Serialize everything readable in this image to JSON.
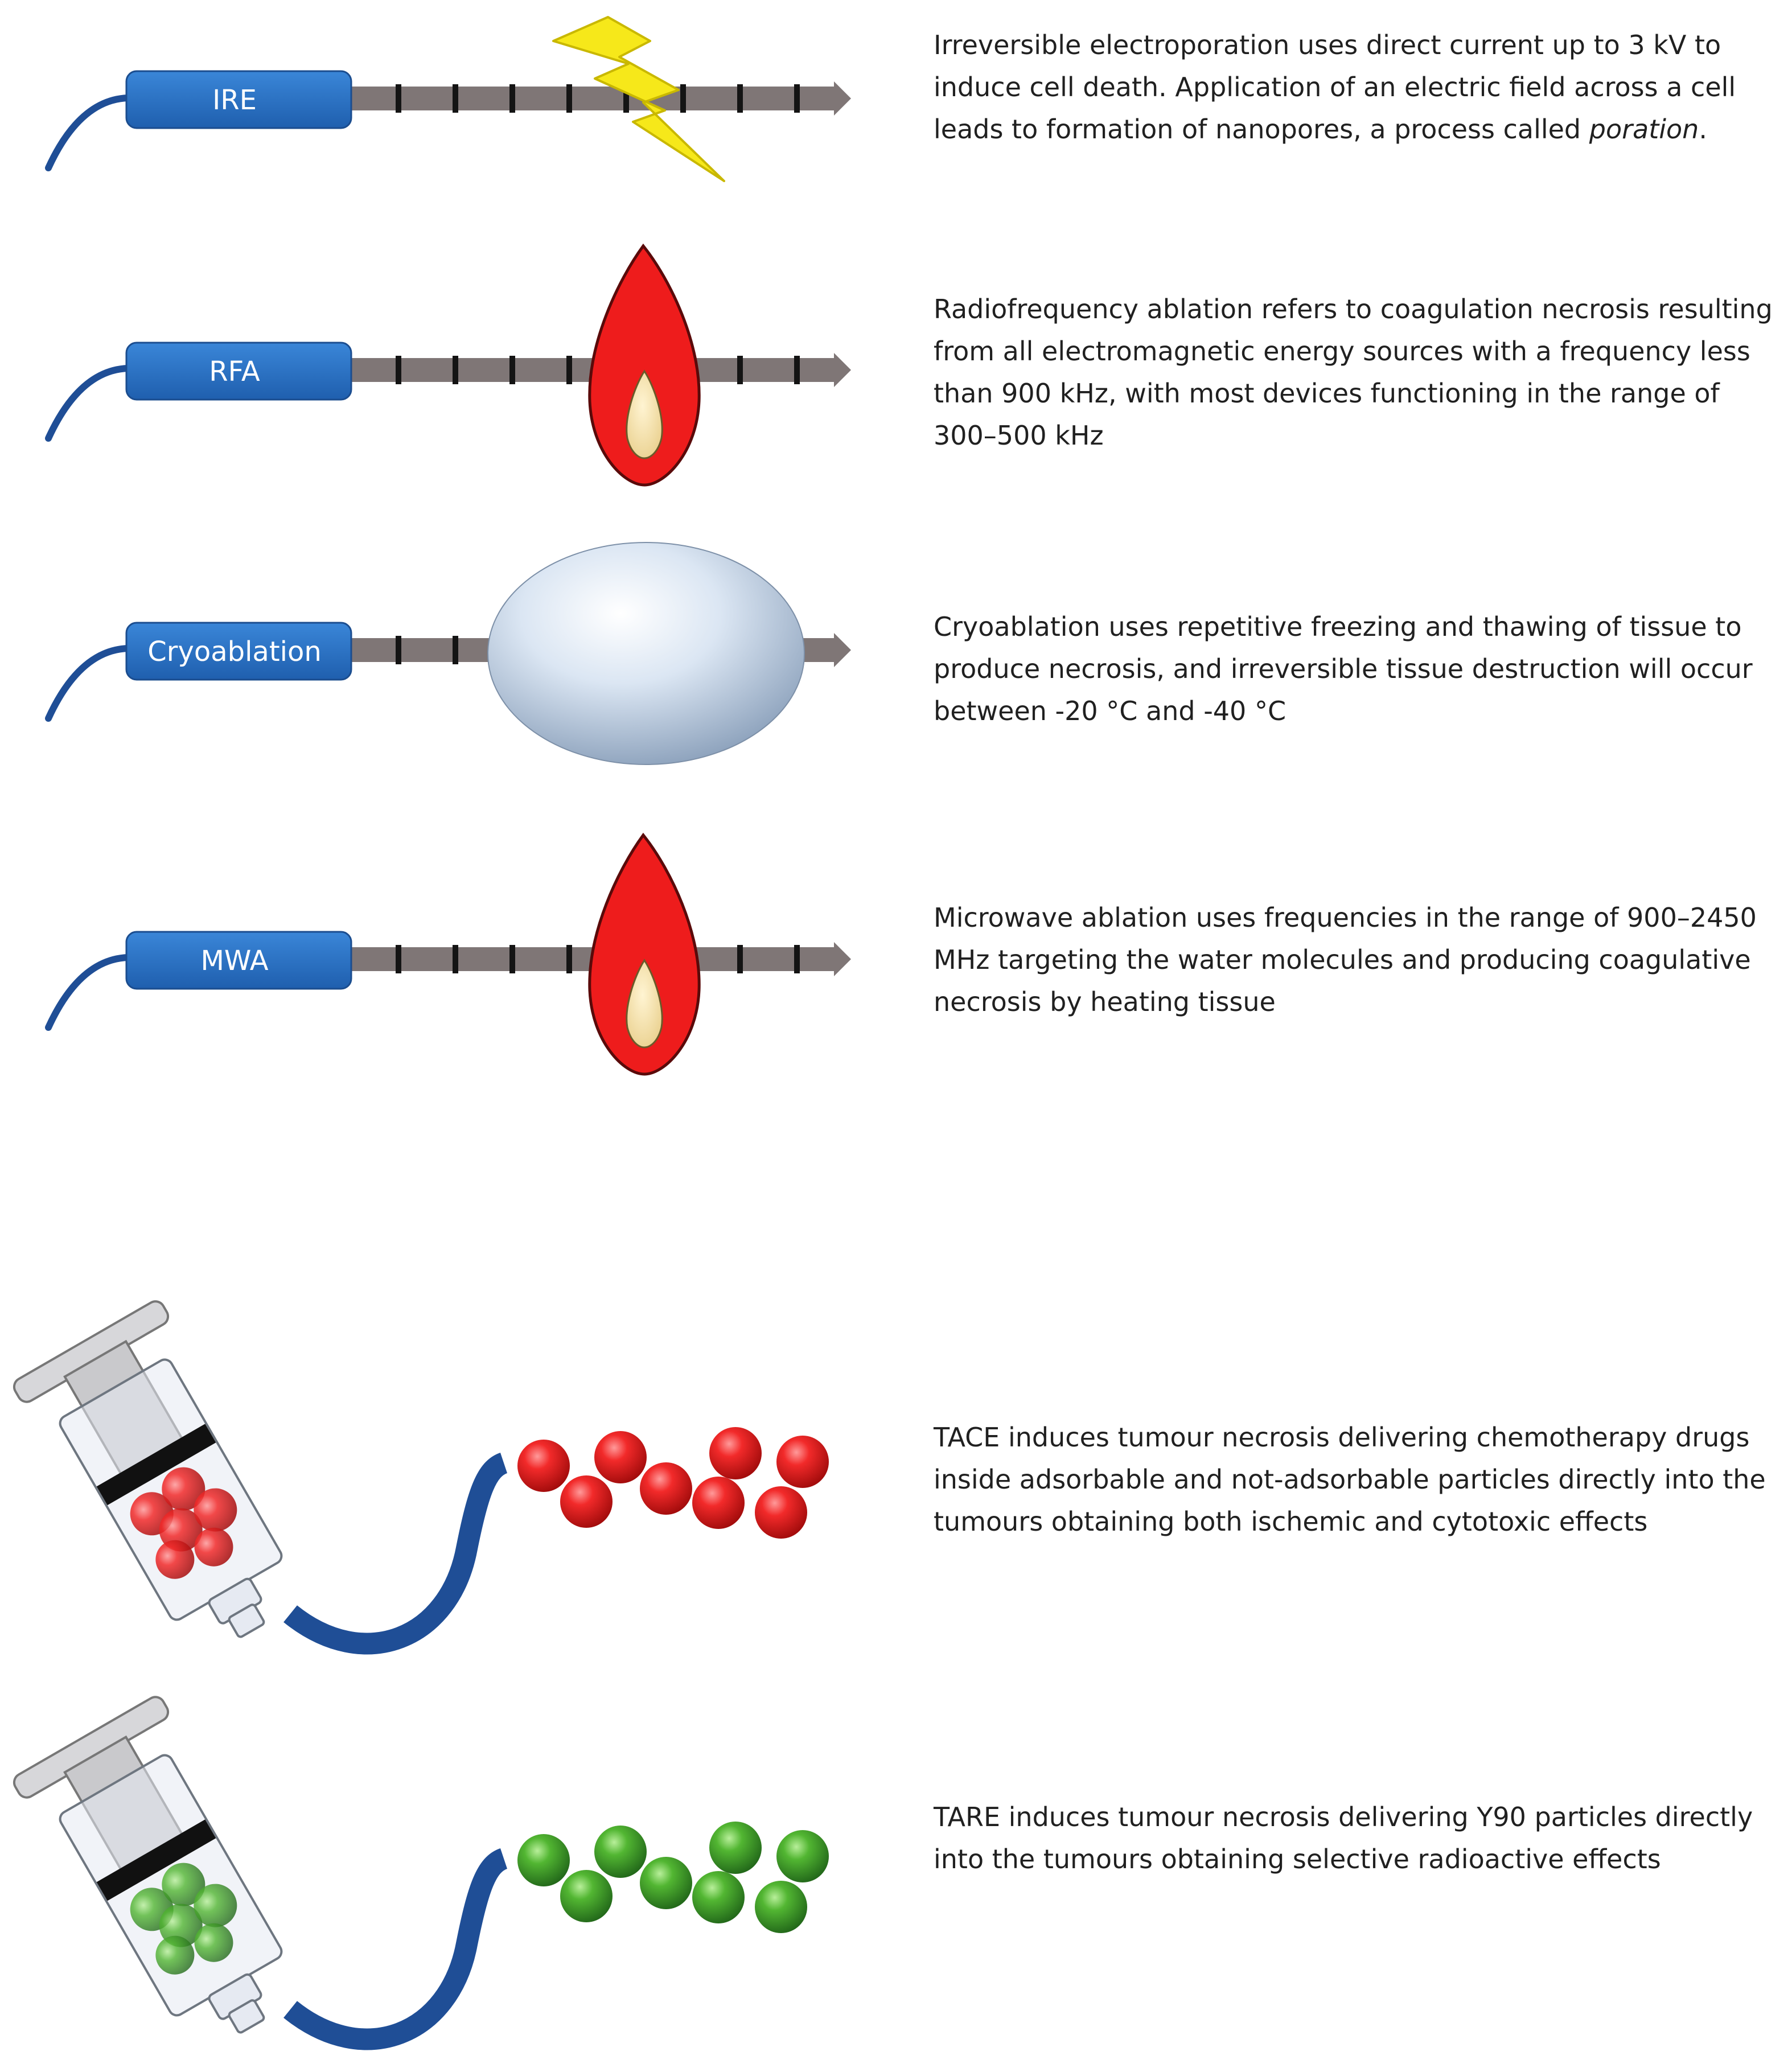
{
  "probes": [
    {
      "id": "ire",
      "label": "IRE",
      "effect": "lightning-bolt-icon",
      "text_before": "Irreversible electroporation uses direct current up to 3 kV to induce cell death. Application of an electric field across a cell leads to formation of nanopores, a process called ",
      "text_italic": "poration",
      "text_after": "."
    },
    {
      "id": "rfa",
      "label": "RFA",
      "effect": "flame-icon",
      "text": "Radiofrequency ablation refers to coagulation necrosis resulting from all electromagnetic energy sources with a frequency less than 900 kHz, with most devices functioning in the range of 300–500 kHz"
    },
    {
      "id": "cryo",
      "label": "Cryoablation",
      "effect": "ice-ball-icon",
      "text": "Cryoablation uses repetitive freezing and thawing of tissue to produce necrosis, and irreversible tissue destruction will occur between -20 °C and -40 °C"
    },
    {
      "id": "mwa",
      "label": "MWA",
      "effect": "flame-icon",
      "text": "Microwave ablation uses frequencies in the range of 900–2450 MHz targeting the water molecules and producing coagulative necrosis by heating tissue"
    }
  ],
  "injections": [
    {
      "id": "tace",
      "particle_color": "#e8202a",
      "text": "TACE induces tumour necrosis delivering chemotherapy drugs inside adsorbable and not-adsorbable particles directly into the tumours obtaining both ischemic and cytotoxic effects"
    },
    {
      "id": "tare",
      "particle_color": "#4caf2e",
      "text": "TARE induces tumour necrosis delivering Y90 particles directly into the tumours obtaining selective radioactive effects"
    }
  ],
  "colors": {
    "probe_handle": "#2a72c6",
    "cable": "#1f4e96",
    "shaft": "#7f7676",
    "flame": "#ee1c1c",
    "flame_core": "#f3dfa2",
    "bolt": "#f6e81a",
    "ice": "#c9d9ec"
  }
}
